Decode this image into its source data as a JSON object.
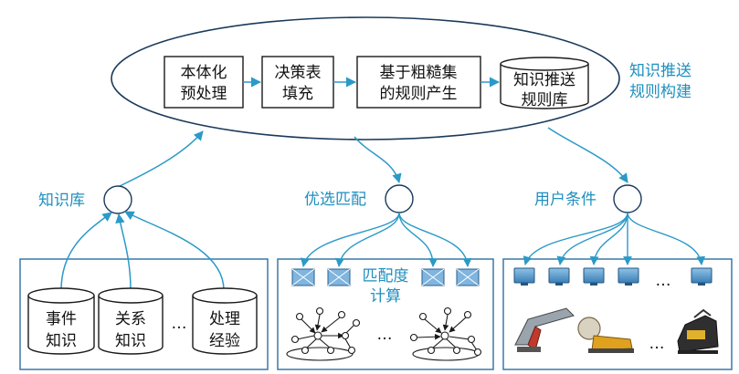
{
  "top_ellipse": {
    "steps": [
      {
        "lines": [
          "本体化",
          "预处理"
        ]
      },
      {
        "lines": [
          "决策表",
          "填充"
        ]
      },
      {
        "lines": [
          "基于粗糙集",
          "的规则产生"
        ]
      },
      {
        "lines": [
          "知识推送",
          "规则库"
        ]
      }
    ],
    "side_label": [
      "知识推送",
      "规则构建"
    ]
  },
  "nodes": {
    "knowledge_base": "知识库",
    "optimal_matching": "优选匹配",
    "user_conditions": "用户条件"
  },
  "left_panel": {
    "databases": [
      {
        "lines": [
          "事件",
          "知识"
        ]
      },
      {
        "lines": [
          "关系",
          "知识"
        ]
      },
      {
        "lines": [
          "处理",
          "经验"
        ]
      }
    ],
    "ellipsis": "…"
  },
  "middle_panel": {
    "label": [
      "匹配度",
      "计算"
    ],
    "ellipsis": "…"
  },
  "right_panel": {
    "ellipsis_top": "…",
    "ellipsis_bottom": "…"
  },
  "colors": {
    "line": "#2a9ac7",
    "dark": "#1a3a5a",
    "panel_border": "#3a78a8",
    "accent_text": "#1f8fbf"
  }
}
